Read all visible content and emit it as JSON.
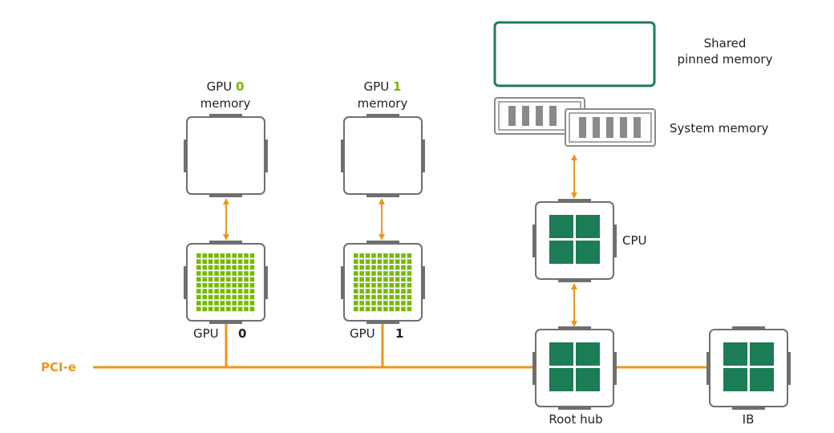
{
  "colors": {
    "bus": "#ee9619",
    "accent_green": "#76b900",
    "chip_green": "#1c7c55",
    "chip_border": "#6f6f6f",
    "shared_mem_border": "#1c7c55",
    "ram_gray": "#8a8a8a"
  },
  "labels": {
    "gpu0_mem_line1": "GPU",
    "gpu0_mem_index": "0",
    "gpu0_mem_line2": "memory",
    "gpu1_mem_line1": "GPU",
    "gpu1_mem_index": "1",
    "gpu1_mem_line2": "memory",
    "gpu0_label": "GPU",
    "gpu0_index": "0",
    "gpu1_label": "GPU",
    "gpu1_index": "1",
    "shared_line1": "Shared",
    "shared_line2": "pinned memory",
    "system_memory": "System memory",
    "cpu": "CPU",
    "root_hub": "Root hub",
    "ib": "IB",
    "pcie": "PCI-e"
  },
  "icons": {
    "memory_chip": "memory-chip-icon",
    "gpu_chip": "gpu-grid-chip-icon",
    "processor_chip": "four-core-chip-icon",
    "ram_stick": "ram-stick-icon",
    "connector": "double-arrow-icon"
  }
}
